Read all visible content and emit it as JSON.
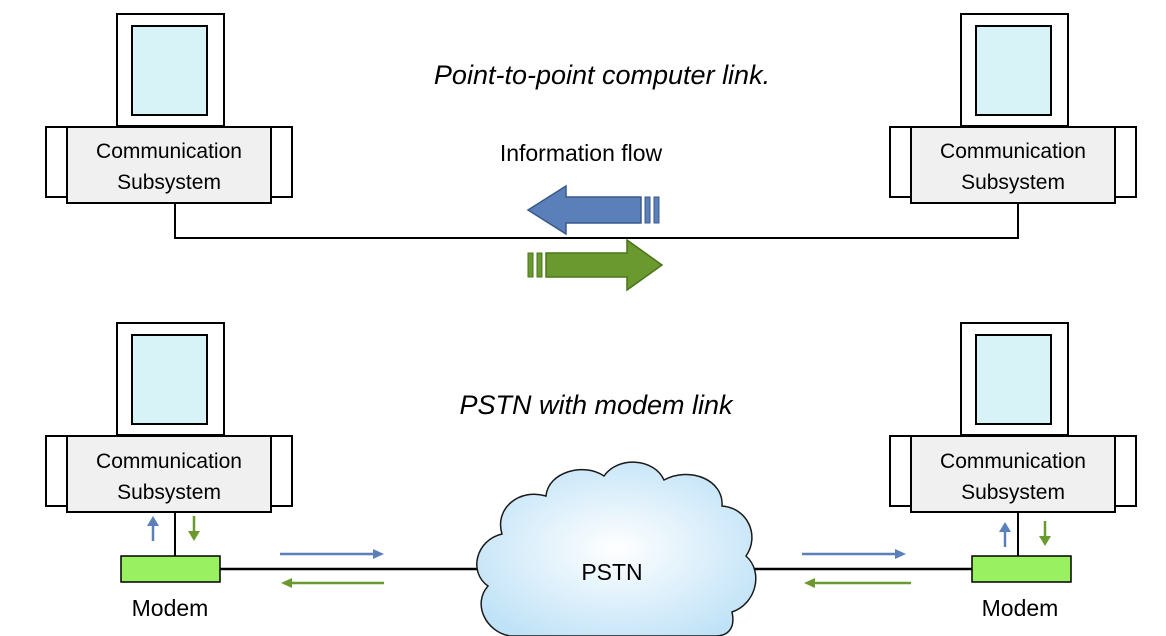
{
  "top_diagram": {
    "title": "Point-to-point computer link.",
    "flow_label": "Information flow",
    "left_box_line1": "Communication",
    "left_box_line2": "Subsystem",
    "right_box_line1": "Communication",
    "right_box_line2": "Subsystem"
  },
  "bottom_diagram": {
    "title": "PSTN with modem link",
    "left_box_line1": "Communication",
    "left_box_line2": "Subsystem",
    "right_box_line1": "Communication",
    "right_box_line2": "Subsystem",
    "cloud_label": "PSTN",
    "left_modem_label": "Modem",
    "right_modem_label": "Modem"
  },
  "colors": {
    "blue_arrow": "#5b7fb8",
    "green_arrow": "#6a9a2f",
    "modem_fill": "#99f060",
    "screen_fill": "#d7f3f8"
  }
}
